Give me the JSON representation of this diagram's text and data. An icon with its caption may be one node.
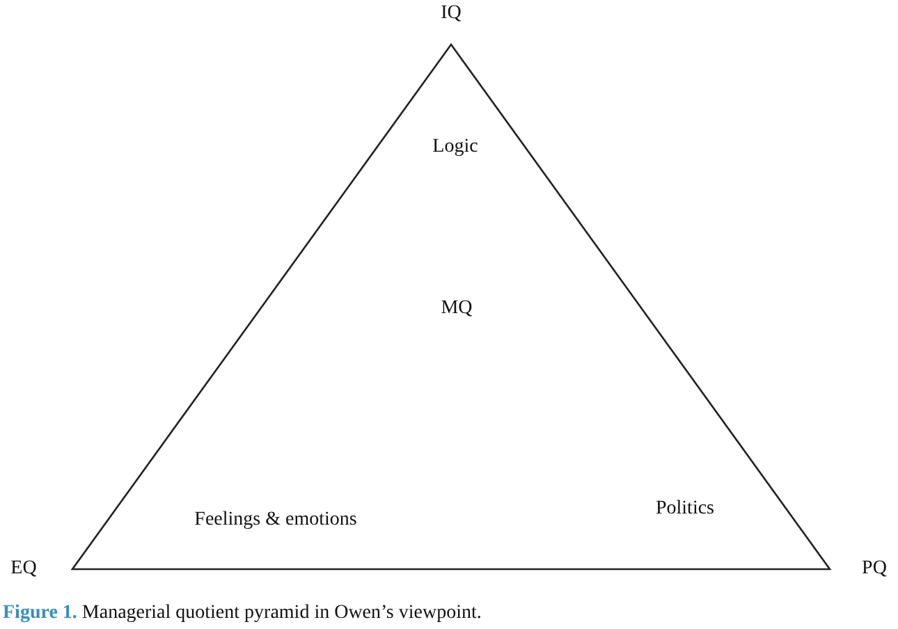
{
  "diagram": {
    "caption": "**Figure 1.** Managerial quotient pyramid in Owen’s viewpoint.",
    "nodes": [
      {
        "text": [
          "Logic",
          "MQ",
          "Feelings & emotions",
          "Politics"
        ]
      }
    ],
    "labels": [
      "IQ",
      "EQ",
      "PQ"
    ]
  }
}
